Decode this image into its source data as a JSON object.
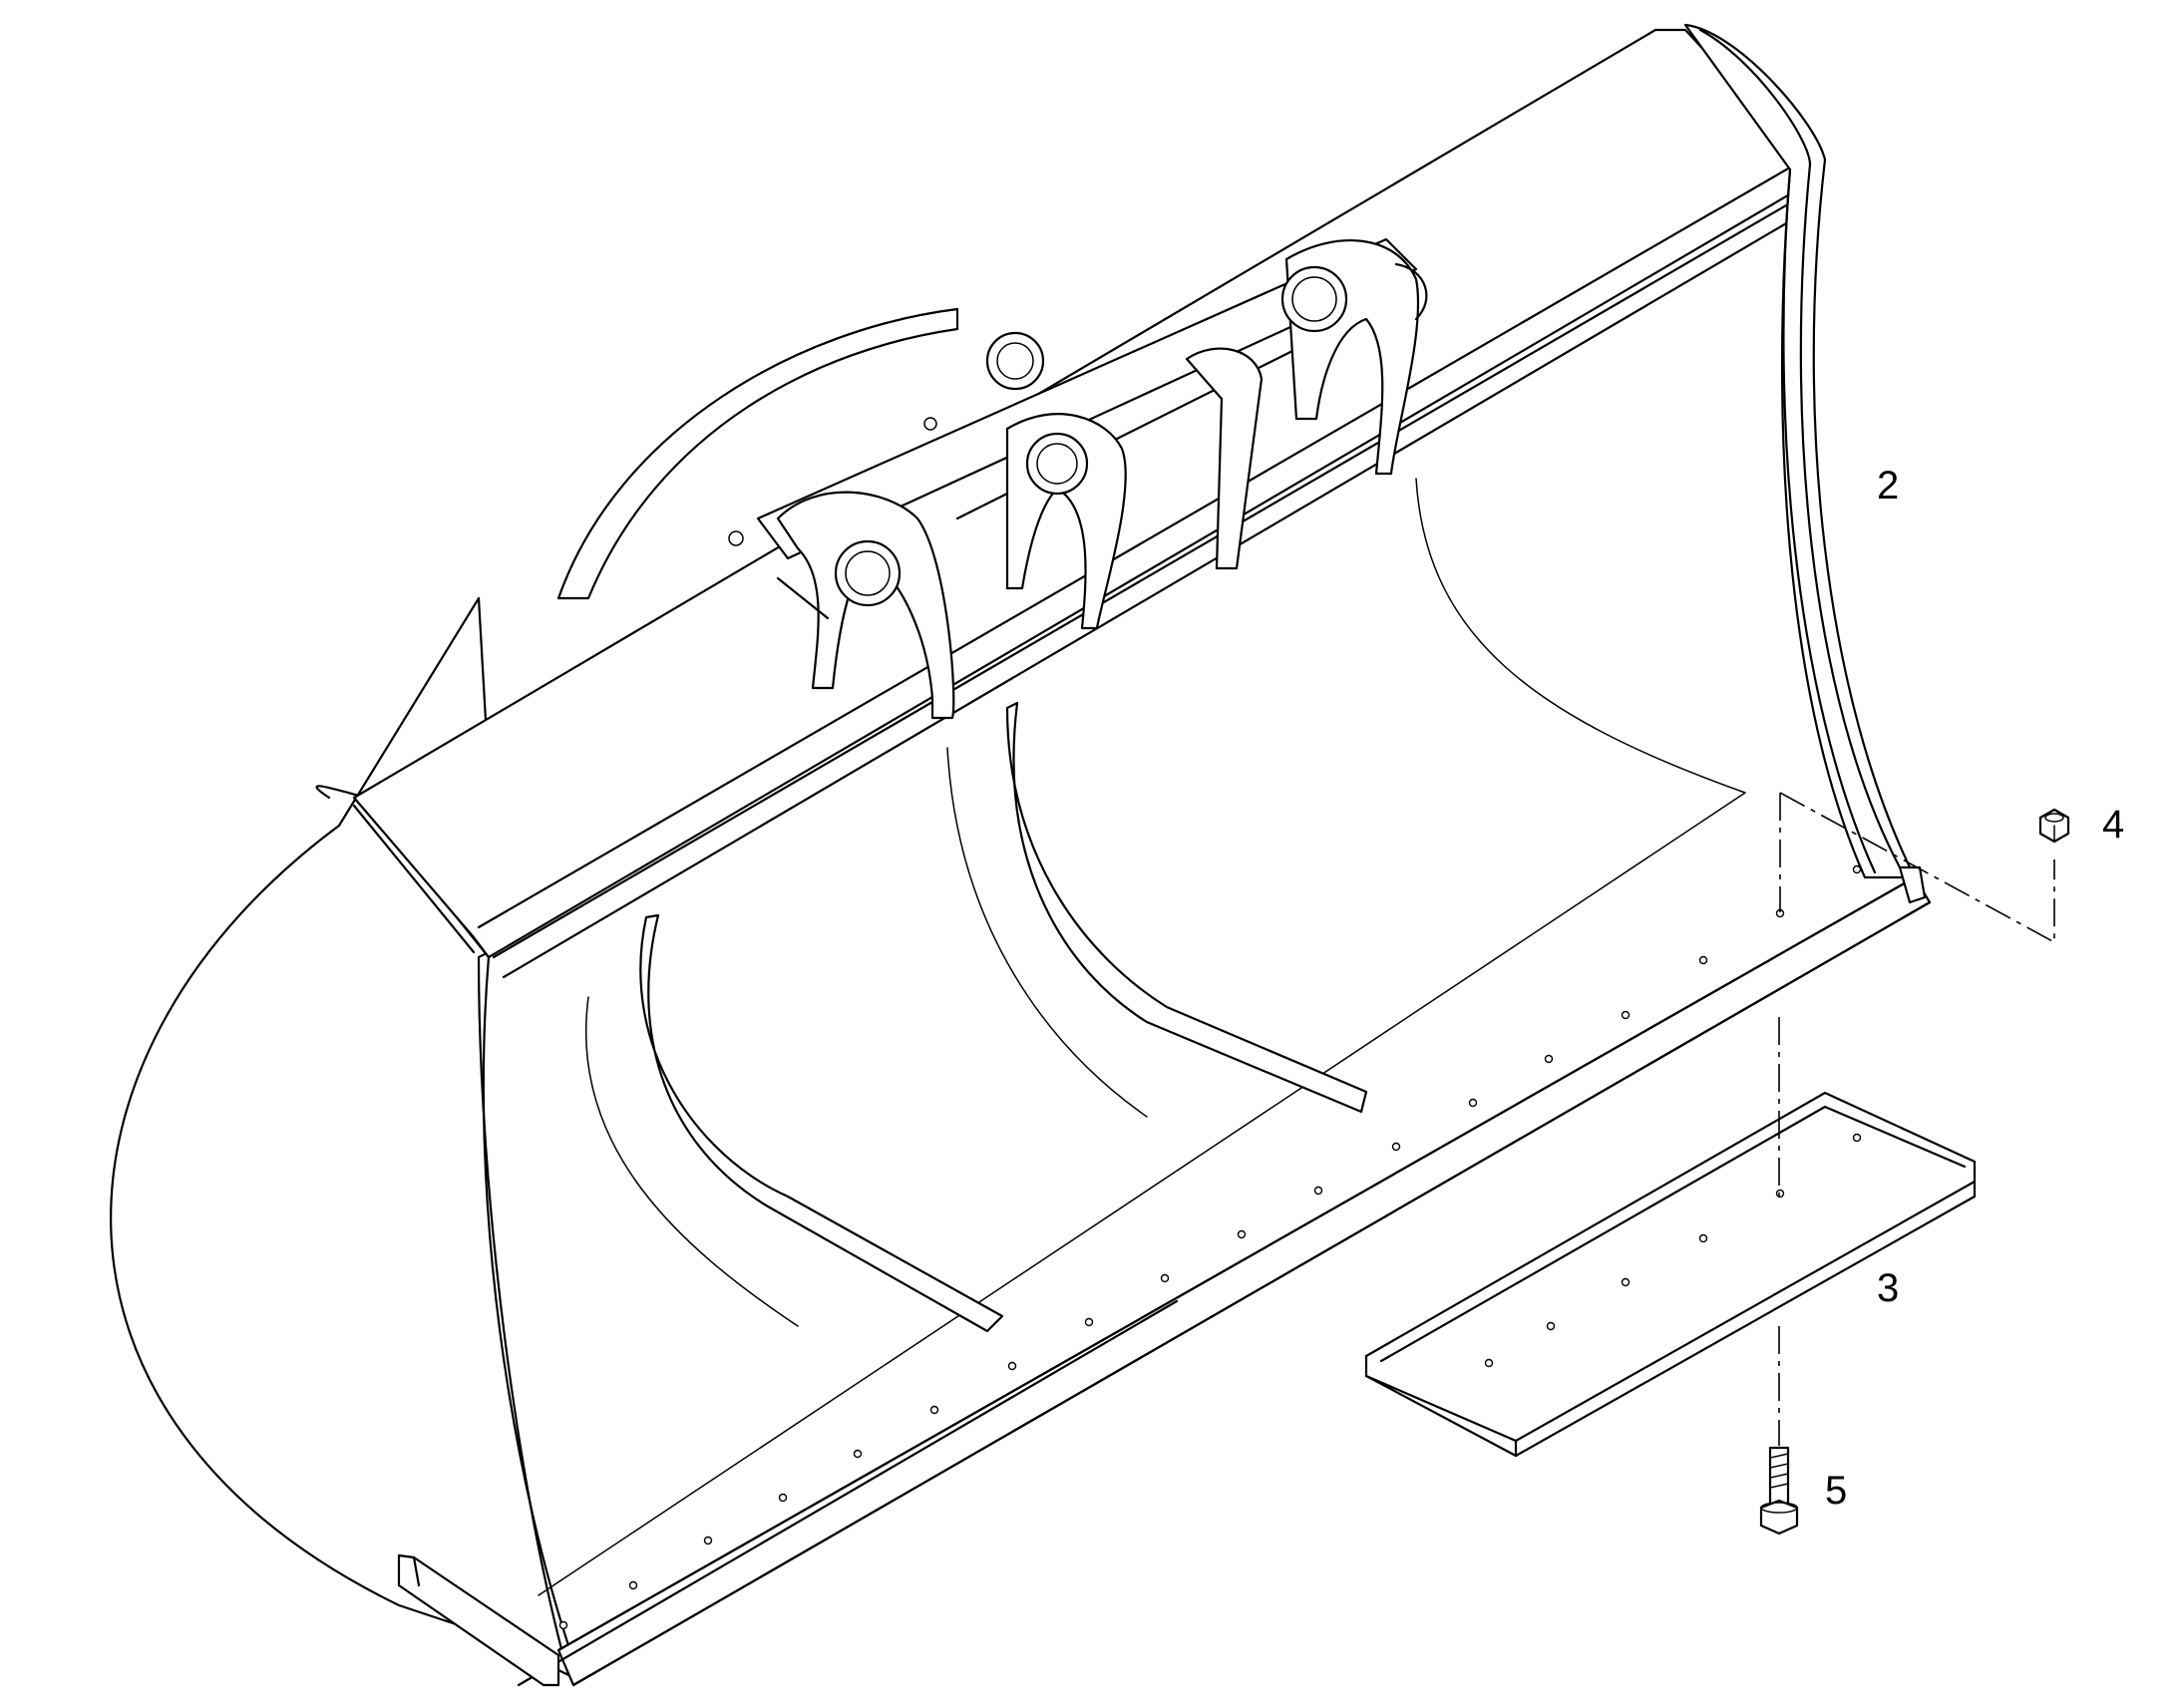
{
  "diagram": {
    "type": "exploded parts drawing",
    "callouts": [
      {
        "id": "bucket",
        "label": "2"
      },
      {
        "id": "cutting-edge",
        "label": "3"
      },
      {
        "id": "nut",
        "label": "4"
      },
      {
        "id": "bolt",
        "label": "5"
      }
    ]
  }
}
